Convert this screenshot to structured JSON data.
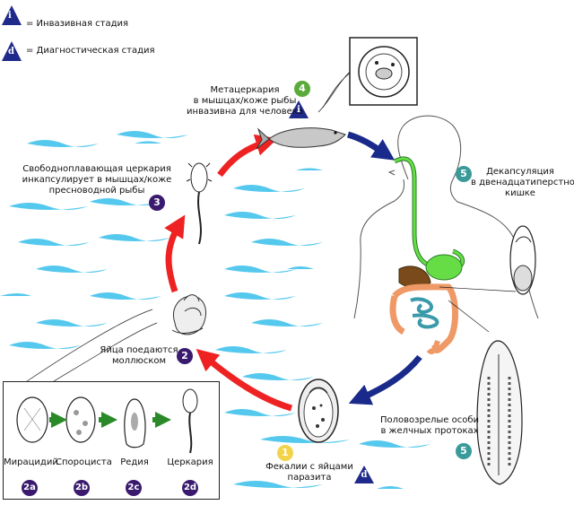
{
  "legend": {
    "infective_symbol": "i",
    "infective_label": "= Инвазивная стадия",
    "diagnostic_symbol": "d",
    "diagnostic_label": "= Диагностическая стадия"
  },
  "stages": {
    "s1": {
      "number": "1",
      "label_line1": "Фекалии с яйцами",
      "label_line2": "паразита"
    },
    "s2": {
      "number": "2",
      "label_line1": "Яйца поедаются",
      "label_line2": "моллюском"
    },
    "s3": {
      "number": "3",
      "label_line1": "Свободноплавающая церкария",
      "label_line2": "инкапсулирует в мышцах/коже",
      "label_line3": "пресноводной рыбы"
    },
    "s4": {
      "number": "4",
      "label_line1": "Метацеркария",
      "label_line2": "в мышцах/коже рыбы",
      "label_line3": "инвазивна для человека"
    },
    "s5a": {
      "number": "5",
      "label_line1": "Декапсуляция",
      "label_line2": "в двенадцатиперстной",
      "label_line3": "кишке"
    },
    "s5b": {
      "number": "5",
      "label_line1": "Половозрелые особи",
      "label_line2": "в желчных протоках"
    }
  },
  "snail_stages": [
    {
      "number": "2a",
      "label": "Мирацидий"
    },
    {
      "number": "2b",
      "label": "Спороциста"
    },
    {
      "number": "2c",
      "label": "Редия"
    },
    {
      "number": "2d",
      "label": "Церкария"
    }
  ],
  "colors": {
    "badge_purple": "#3a1a6e",
    "badge_green": "#5aab3a",
    "badge_teal": "#3a9a9a",
    "badge_yellow": "#f2d44a",
    "triangle_blue": "#1f2a8a",
    "arrow_red": "#ee2222",
    "arrow_blue": "#1a2a8a",
    "arrow_green": "#2a8a2a",
    "water_blue": "#55c8ee"
  }
}
